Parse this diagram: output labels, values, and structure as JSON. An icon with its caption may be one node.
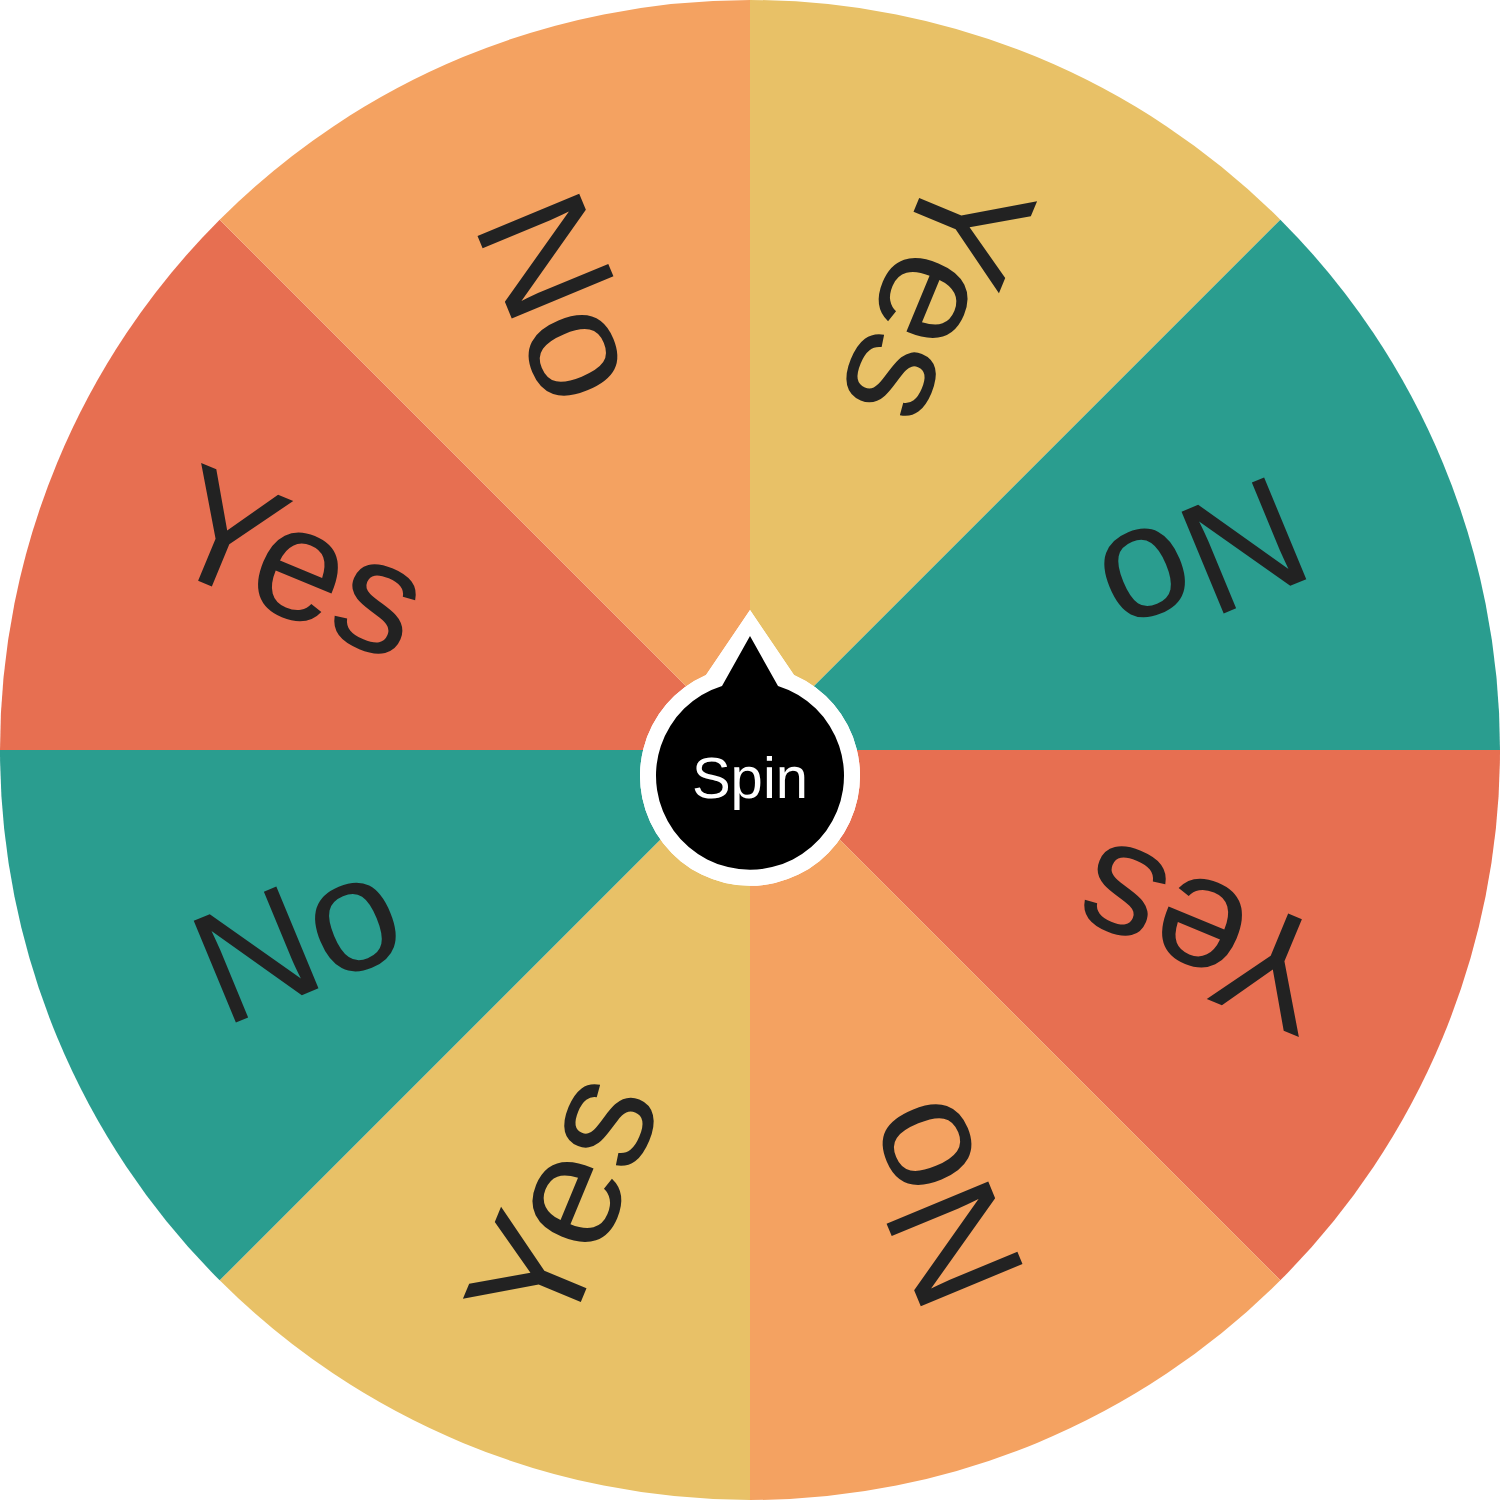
{
  "diagram": {
    "nodes": [
      {
        "text": [
          "Yes"
        ]
      },
      {
        "text": [
          "No"
        ]
      },
      {
        "text": [
          "Yes"
        ]
      },
      {
        "text": [
          "No"
        ]
      },
      {
        "text": [
          "Yes"
        ]
      },
      {
        "text": [
          "No"
        ]
      },
      {
        "text": [
          "Yes"
        ]
      },
      {
        "text": [
          "No"
        ]
      },
      {
        "text": [
          "Spin"
        ]
      }
    ],
    "edges": []
  }
}
